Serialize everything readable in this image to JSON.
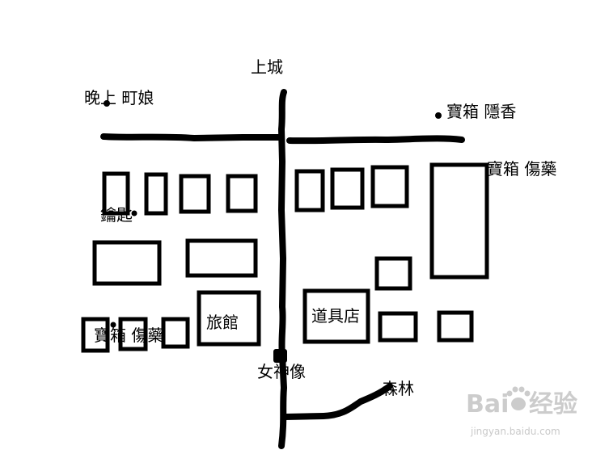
{
  "labels": {
    "upper_city": "上城",
    "night_girl": "晚上 町娘",
    "chest_incense": "寶箱 隱香",
    "chest_potion_east": "寶箱 傷藥",
    "key": "鑰匙",
    "inn": "旅館",
    "item_shop": "道具店",
    "chest_potion_west": "寶箱 傷藥",
    "goddess_statue": "女神像",
    "forest": "森林"
  },
  "watermark": {
    "brand": "Bai",
    "brand_tail": "经验",
    "url": "jingyan.baidu.com"
  },
  "colors": {
    "ink": "#000000",
    "background": "#ffffff",
    "watermark": "#c4c4c4"
  },
  "icons": {
    "markers": "dot",
    "watermark_logo": "paw-print"
  }
}
